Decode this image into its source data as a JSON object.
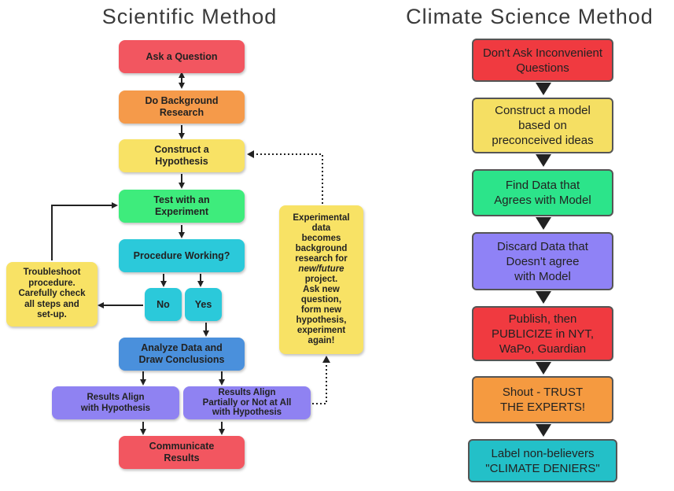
{
  "scientific_method": {
    "title": "Scientific Method",
    "ask_question": "Ask a Question",
    "background_research": "Do Background\nResearch",
    "hypothesis": "Construct a\nHypothesis",
    "experiment": "Test with an\nExperiment",
    "procedure_working": "Procedure Working?",
    "no": "No",
    "yes": "Yes",
    "troubleshoot": "Troubleshoot\nprocedure.\nCarefully check\nall steps and\nset-up.",
    "analyze": "Analyze Data and\nDraw Conclusions",
    "results_align": "Results Align\nwith Hypothesis",
    "results_partial": "Results Align\nPartially or Not at All\nwith Hypothesis",
    "communicate": "Communicate\nResults",
    "feedback_note": {
      "before": "Experimental\ndata\nbecomes\nbackground\nresearch for\n",
      "emphasis": "new/future",
      "after": "\nproject.\nAsk new\nquestion,\nform new\nhypothesis,\nexperiment\nagain!"
    }
  },
  "climate_science_method": {
    "title": "Climate Science Method",
    "steps": [
      "Don't Ask Inconvenient\nQuestions",
      "Construct a model\nbased on\npreconceived ideas",
      "Find Data that\nAgrees with Model",
      "Discard Data that\nDoesn't agree\nwith Model",
      "Publish, then\nPUBLICIZE in NYT,\nWaPo, Guardian",
      "Shout - TRUST\nTHE EXPERTS!",
      "Label non-believers\n\"CLIMATE DENIERS\""
    ]
  }
}
